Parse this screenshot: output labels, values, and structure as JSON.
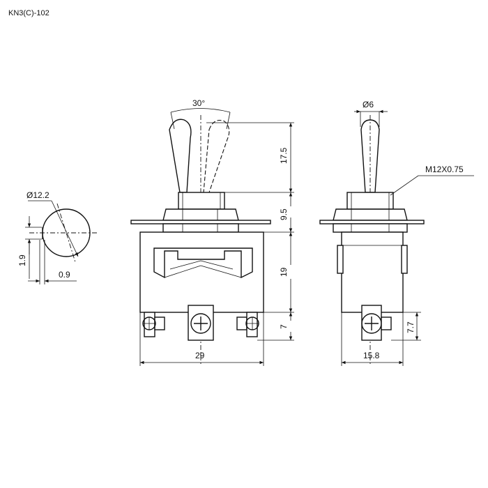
{
  "title": "KN3(C)-102",
  "dimensions": {
    "diameter_body": "Ø12.2",
    "side_offset": "1.9",
    "side_width": "0.9",
    "angle": "30°",
    "lever_height": "17.5",
    "bushing_height": "9.5",
    "body_height": "19",
    "terminal_height": "7",
    "body_width": "29",
    "lever_diameter": "Ø6",
    "thread": "M12X0.75",
    "side_terminal_height": "7.7",
    "side_body_width": "15.8"
  }
}
